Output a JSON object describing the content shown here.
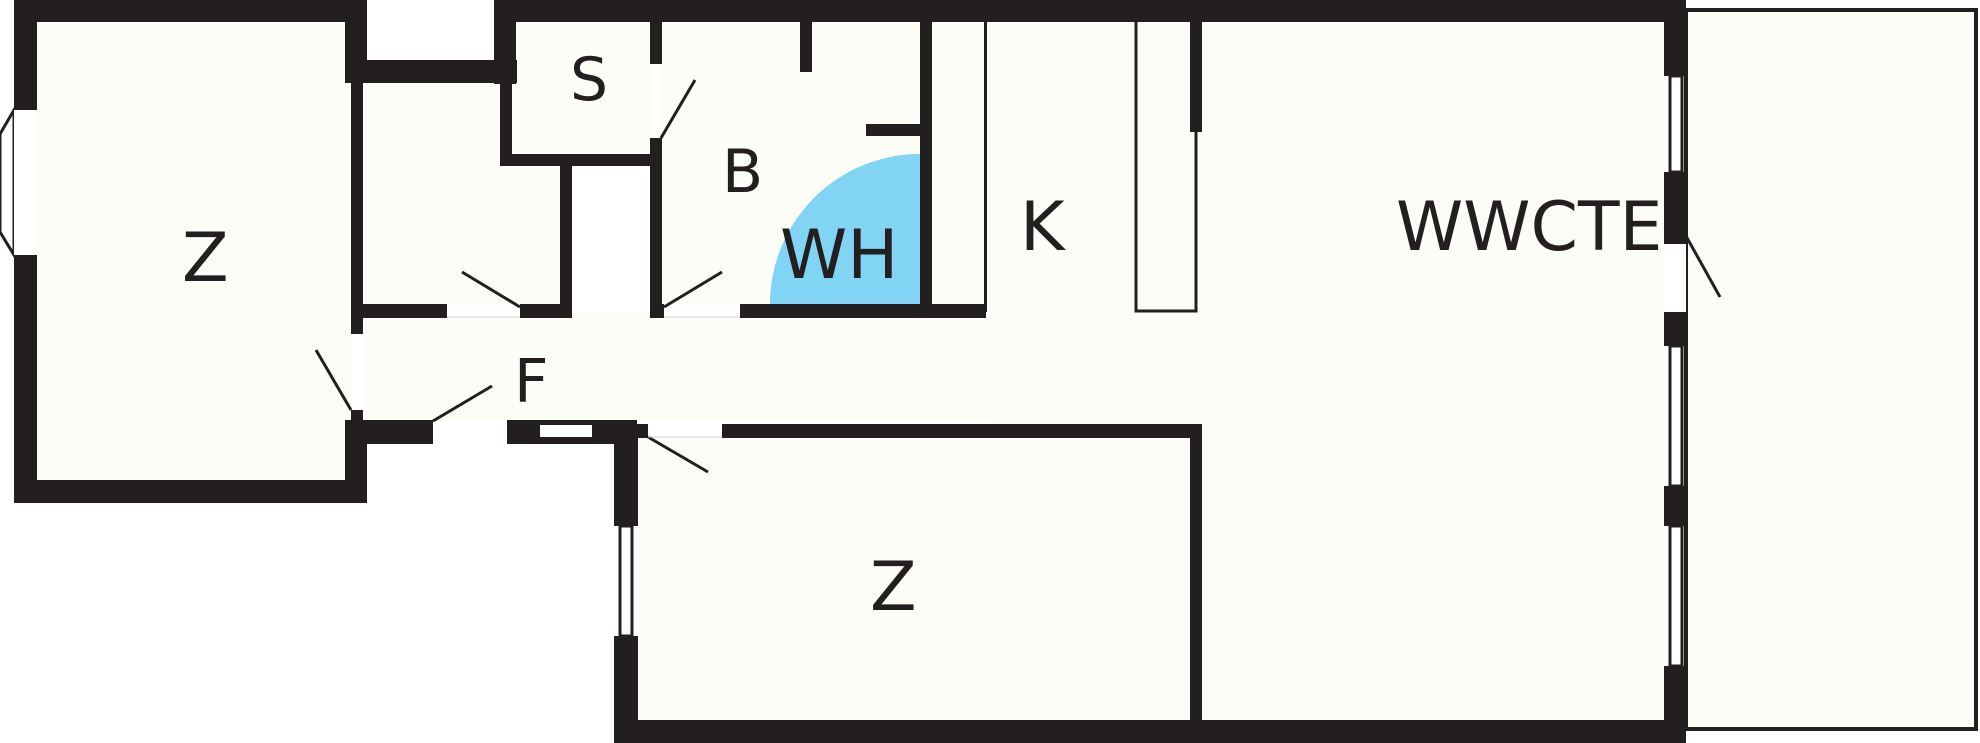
{
  "floor_plan": {
    "colors": {
      "wall": "#231f20",
      "floor": "#fdfdf8",
      "door_swing": "#ffffff",
      "wardrobe_swing": "#82d4f5"
    },
    "rooms": [
      {
        "id": "room-z-left",
        "label": "Z"
      },
      {
        "id": "room-s",
        "label": "S"
      },
      {
        "id": "room-b",
        "label": "B"
      },
      {
        "id": "room-wh",
        "label": "WH"
      },
      {
        "id": "room-k",
        "label": "K"
      },
      {
        "id": "room-wwcte",
        "label": "WWCTE"
      },
      {
        "id": "room-f",
        "label": "F"
      },
      {
        "id": "room-z-bottom",
        "label": "Z"
      }
    ]
  }
}
